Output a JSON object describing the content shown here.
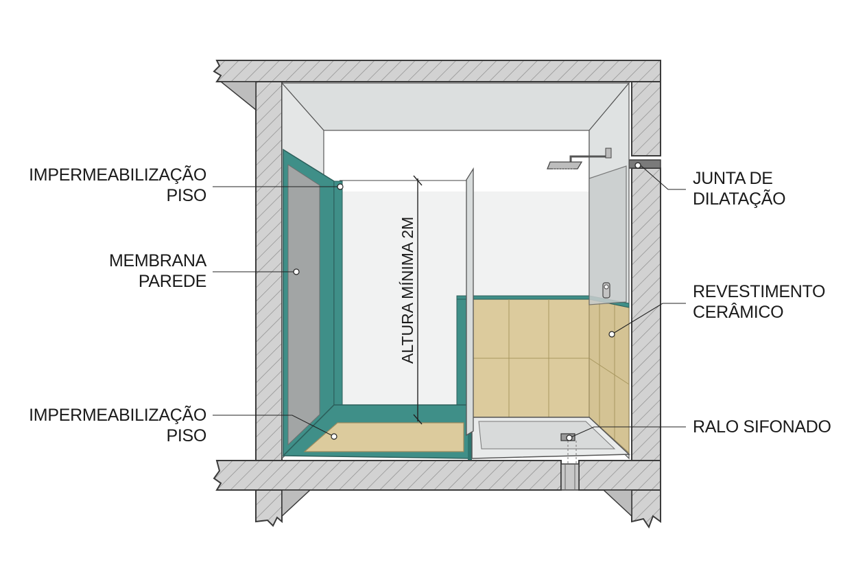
{
  "labels": {
    "waterproof_top": {
      "line1": "IMPERMEABILIZAÇÃO",
      "line2": "PISO"
    },
    "wall_membrane": {
      "line1": "MEMBRANA",
      "line2": "PAREDE"
    },
    "waterproof_floor": {
      "line1": "IMPERMEABILIZAÇÃO",
      "line2": "PISO"
    },
    "expansion_joint": {
      "line1": "JUNTA DE",
      "line2": "DILATAÇÃO"
    },
    "ceramic_tile": {
      "line1": "REVESTIMENTO",
      "line2": "CERÂMICO"
    },
    "drain": {
      "line1": "RALO SIFONADO"
    }
  },
  "dimension": {
    "min_height": "ALTURA MÍNIMA 2M"
  },
  "colors": {
    "membrane": "#3f8f88",
    "tile": "#dccb9d",
    "concrete": "#cfcfcf",
    "hatch": "#8a8a8a",
    "wall_interior": "#e6e8e8",
    "outline": "#3a3a3a"
  }
}
